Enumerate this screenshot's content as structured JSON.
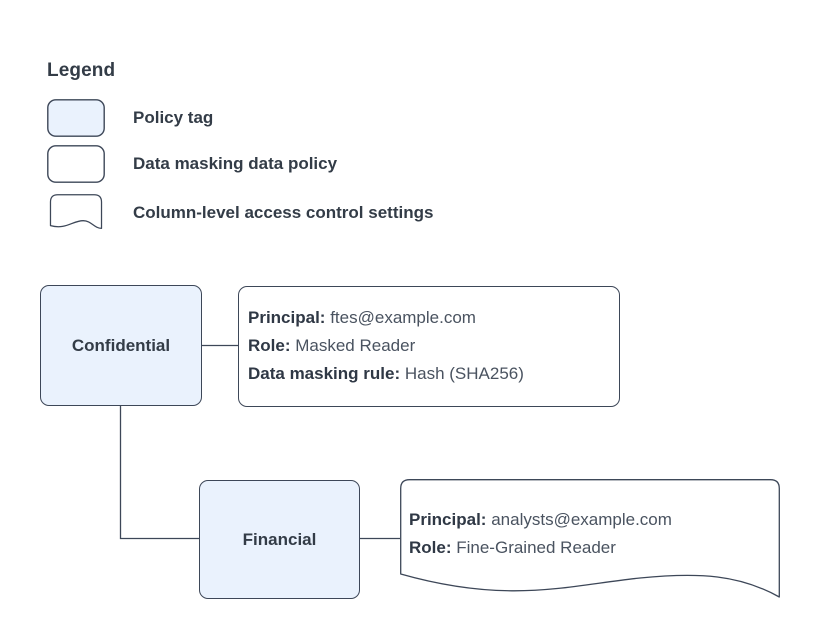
{
  "legend": {
    "title": "Legend",
    "items": [
      {
        "label": "Policy tag",
        "swatch": "rounded-rect-filled",
        "fill": "#eaf2fd"
      },
      {
        "label": "Data masking data policy",
        "swatch": "rounded-rect-plain",
        "fill": "#ffffff"
      },
      {
        "label": "Column-level access control settings",
        "swatch": "rounded-rect-wavy-bottom",
        "fill": "#ffffff"
      }
    ]
  },
  "colors": {
    "tag_fill": "#eaf2fd",
    "stroke": "#3d4758",
    "text": "#333c47",
    "body_text": "#4a5360",
    "background": "#ffffff"
  },
  "diagram": {
    "nodes": [
      {
        "id": "confidential",
        "label": "Confidential",
        "type": "policy-tag"
      },
      {
        "id": "financial",
        "label": "Financial",
        "type": "policy-tag"
      }
    ],
    "policy_boxes": [
      {
        "id": "masking",
        "type": "data-masking-data-policy",
        "attached_to": "confidential",
        "lines": [
          {
            "key": "Principal:",
            "value": "ftes@example.com"
          },
          {
            "key": "Role:",
            "value": "Masked Reader"
          },
          {
            "key": "Data masking rule:",
            "value": "Hash (SHA256)"
          }
        ]
      },
      {
        "id": "colaccess",
        "type": "column-level-access-control-settings",
        "attached_to": "financial",
        "lines": [
          {
            "key": "Principal:",
            "value": "analysts@example.com"
          },
          {
            "key": "Role:",
            "value": "Fine-Grained Reader"
          }
        ]
      }
    ],
    "connectors": [
      {
        "from": "confidential",
        "to": "masking",
        "style": "straight-horizontal"
      },
      {
        "from": "confidential",
        "to": "financial",
        "style": "elbow"
      },
      {
        "from": "financial",
        "to": "colaccess",
        "style": "straight-horizontal"
      }
    ]
  }
}
